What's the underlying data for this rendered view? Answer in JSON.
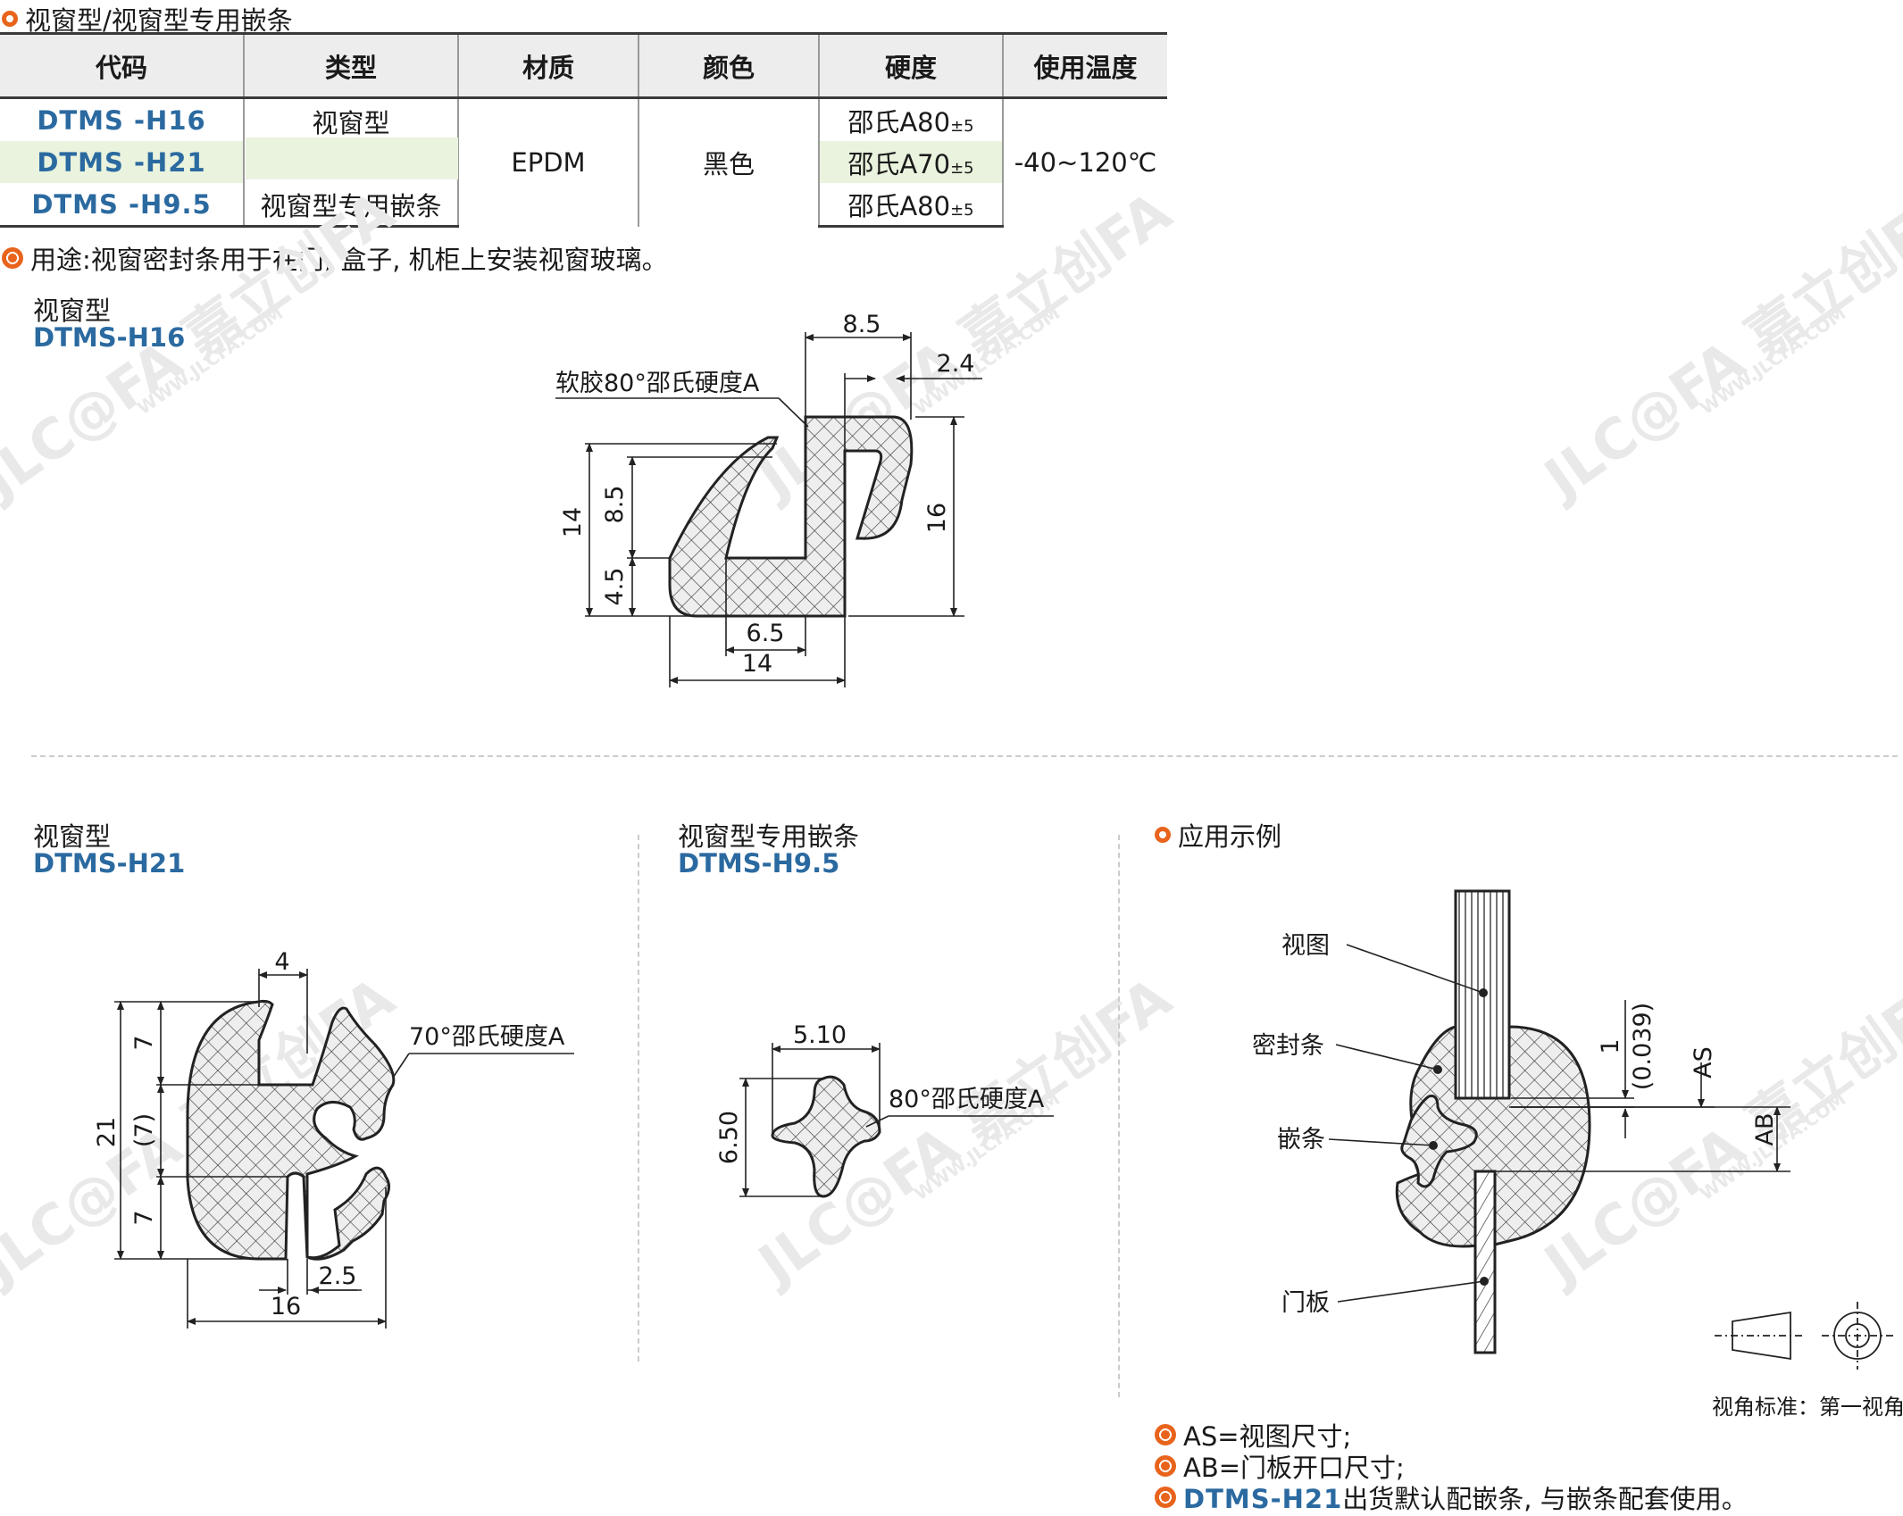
{
  "header": {
    "title": "视窗型/视窗型专用嵌条"
  },
  "table": {
    "headers": [
      "代码",
      "类型",
      "材质",
      "颜色",
      "硬度",
      "使用温度"
    ],
    "rows": [
      {
        "code": "DTMS -H16",
        "hardness": "邵氏A80",
        "tol": "±5"
      },
      {
        "code": "DTMS -H21",
        "hardness": "邵氏A70",
        "tol": "±5"
      },
      {
        "code": "DTMS -H9.5",
        "type": "视窗型专用嵌条",
        "hardness": "邵氏A80",
        "tol": "±5"
      }
    ],
    "type_merged": "视窗型",
    "material": "EPDM",
    "color": "黑色",
    "temperature": "-40~120℃"
  },
  "usage_note": "用途:视窗密封条用于在门, 盒子, 机柜上安装视窗玻璃。",
  "fig_h16": {
    "type_label": "视窗型",
    "code": "DTMS-H16",
    "material_note": "软胶80°邵氏硬度A",
    "dims": {
      "top_width": "8.5",
      "slot": "2.4",
      "height_total": "16",
      "height_left": "14",
      "height_upper": "8.5",
      "height_lower": "4.5",
      "bottom_inner": "6.5",
      "bottom_width": "14"
    }
  },
  "fig_h21": {
    "type_label": "视窗型",
    "code": "DTMS-H21",
    "material_note": "70°邵氏硬度A",
    "dims": {
      "top_gap": "4",
      "h_top": "7",
      "h_total": "21",
      "h_mid": "(7)",
      "h_bottom": "7",
      "bottom_gap": "2.5",
      "width": "16"
    }
  },
  "fig_h95": {
    "type_label": "视窗型专用嵌条",
    "code": "DTMS-H9.5",
    "material_note": "80°邵氏硬度A",
    "dims": {
      "width": "5.10",
      "height": "6.50"
    }
  },
  "application": {
    "title": "应用示例",
    "labels": {
      "view": "视图",
      "seal": "密封条",
      "strip": "嵌条",
      "door": "门板"
    },
    "dims": {
      "one": "1",
      "one_inch": "(0.039)",
      "as": "AS",
      "ab": "AB"
    },
    "projection_note": "视角标准：第一视角"
  },
  "notes": [
    {
      "text": "AS=视图尺寸;"
    },
    {
      "text": "AB=门板开口尺寸;"
    },
    {
      "code": "DTMS-H21",
      "text": "出货默认配嵌条, 与嵌条配套使用。"
    }
  ],
  "watermark": {
    "text": "JLC@FA 嘉立创FA",
    "sub": "WWW.JLCFA.COM"
  },
  "colors": {
    "accent": "#e8641c",
    "code_blue": "#2b6aa0",
    "highlight_row": "#e9f3de"
  }
}
